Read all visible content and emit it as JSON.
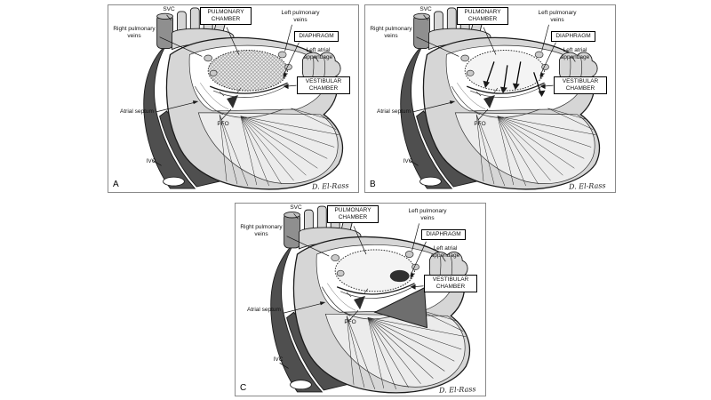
{
  "figure": {
    "panels": [
      {
        "letter": "A",
        "variant": "hatched"
      },
      {
        "letter": "B",
        "variant": "arrows"
      },
      {
        "letter": "C",
        "variant": "occluder"
      }
    ],
    "labels": {
      "svc": "SVC",
      "pulmonary_chamber": "PULMONARY CHAMBER",
      "left_pulmonary_veins": "Left pulmonary veins",
      "diaphragm": "DIAPHRAGM",
      "right_pulmonary_veins": "Right pulmonary veins",
      "left_atrial_appendage": "Left atrial appendage",
      "vestibular_chamber": "VESTIBULAR CHAMBER",
      "atrial_septum": "Atrial septum",
      "pfo": "PFO",
      "ivc": "IVC",
      "signature": "D. El-Rass"
    },
    "palette": {
      "background": "#ffffff",
      "line": "#1a1a1a",
      "light_gray": "#d6d6d6",
      "dark_gray": "#4f4f4f",
      "panel_border": "#8a8a8a"
    }
  }
}
